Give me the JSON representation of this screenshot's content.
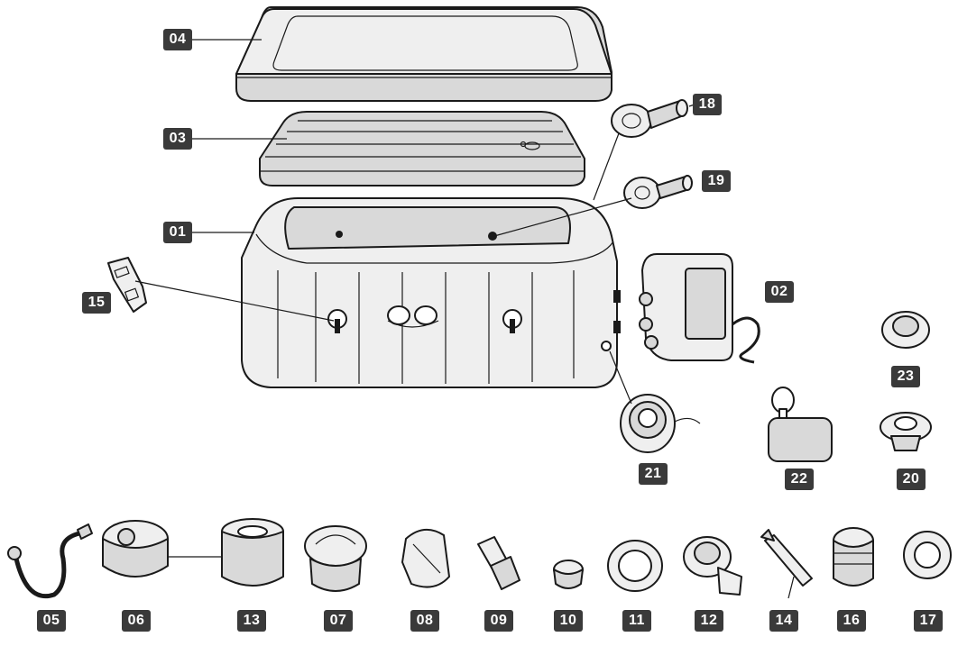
{
  "labels": {
    "cover": "04",
    "inflatable_cover": "03",
    "spa_body": "01",
    "buckle": "15",
    "jet_a": "18",
    "jet_b": "19",
    "pump": "02",
    "plug_a": "23",
    "filter_port": "21",
    "pillow": "22",
    "plug_b": "20",
    "hose": "05",
    "filter_housing": "06",
    "filter_cartridge": "13",
    "valve_a": "07",
    "valve_b": "08",
    "adapter": "09",
    "cap": "10",
    "nut": "11",
    "elbow": "12",
    "wrench": "14",
    "connector": "16",
    "ring": "17"
  },
  "colors": {
    "outline": "#1a1a1a",
    "fill": "#d9d9d9",
    "badge": "#3a3a3a",
    "badge_text": "#ffffff"
  }
}
